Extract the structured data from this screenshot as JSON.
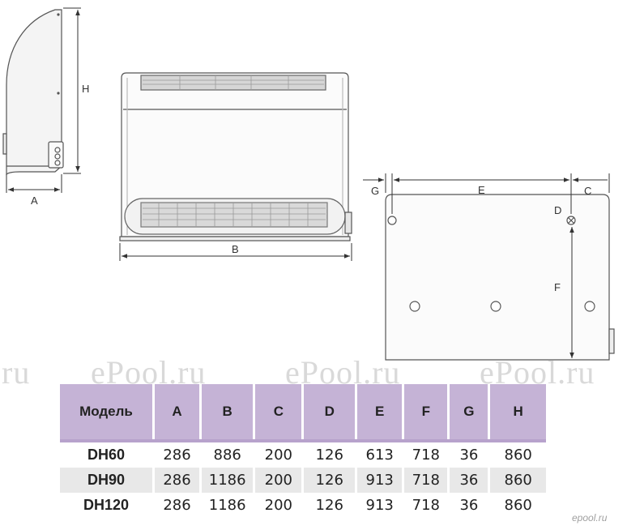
{
  "dimensions": {
    "side_view": {
      "width_label": "A",
      "height_label": "H"
    },
    "front_view": {
      "width_label": "B"
    },
    "back_view": {
      "labels": [
        "G",
        "E",
        "C",
        "D",
        "F"
      ]
    }
  },
  "watermark": {
    "text": "ePool.ru",
    "partial": "ru"
  },
  "logo": {
    "text": "epool.ru"
  },
  "table": {
    "headers": [
      "Модель",
      "A",
      "B",
      "C",
      "D",
      "E",
      "F",
      "G",
      "H"
    ],
    "rows": [
      [
        "DH60",
        "286",
        "886",
        "200",
        "126",
        "613",
        "718",
        "36",
        "860"
      ],
      [
        "DH90",
        "286",
        "1186",
        "200",
        "126",
        "913",
        "718",
        "36",
        "860"
      ],
      [
        "DH120",
        "286",
        "1186",
        "200",
        "126",
        "913",
        "718",
        "36",
        "860"
      ]
    ]
  },
  "colors": {
    "header": "#c5b3d6",
    "header_bar": "#b7a2cc",
    "stripe": "#e8e8e8"
  }
}
